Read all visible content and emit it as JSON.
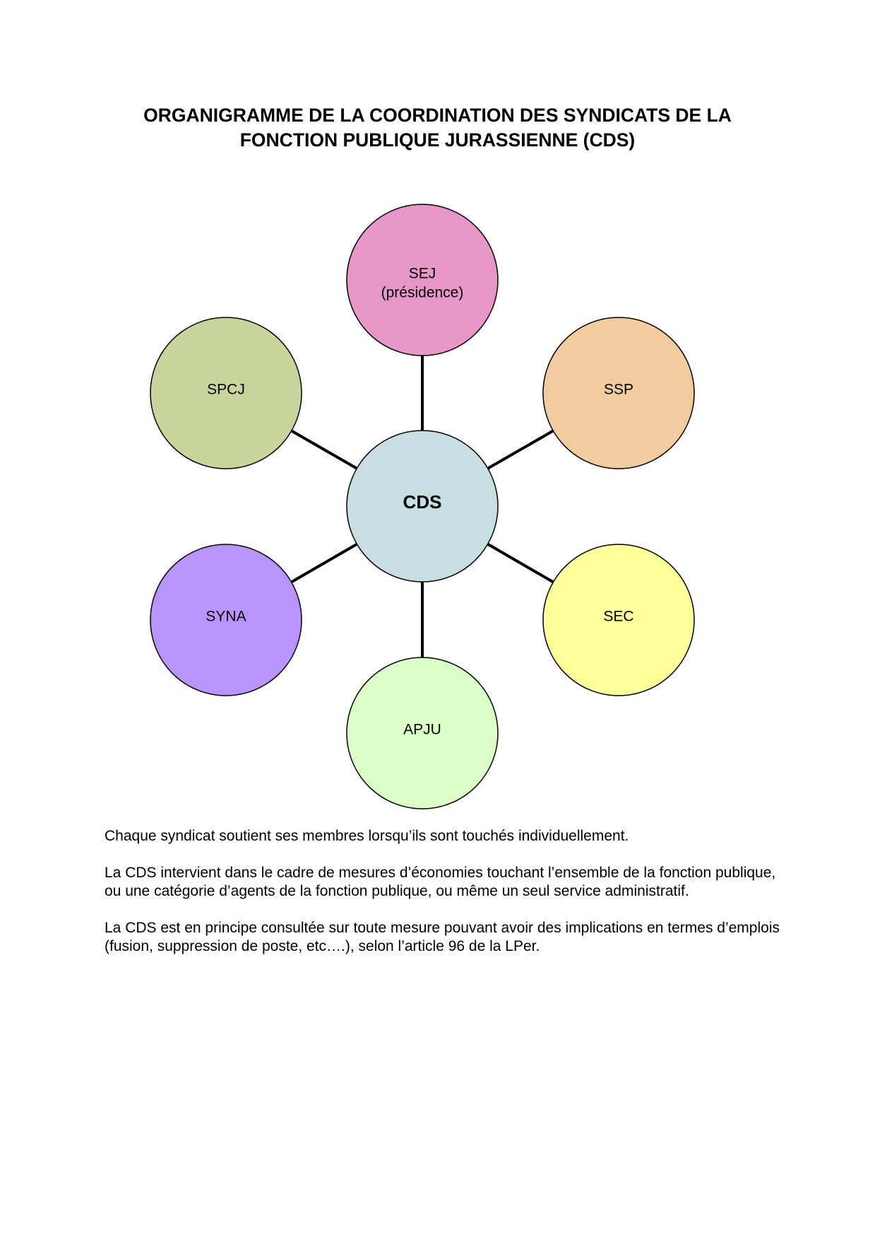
{
  "title": {
    "line1": "ORGANIGRAMME DE LA COORDINATION DES SYNDICATS DE LA",
    "line2": "FONCTION PUBLIQUE JURASSIENNE (CDS)"
  },
  "diagram": {
    "center": {
      "id": "cds",
      "label": "CDS",
      "color": "#C7DFE3"
    },
    "nodes": [
      {
        "id": "sej",
        "lines": [
          "SEJ",
          "(présidence)"
        ],
        "color": "#E697C8"
      },
      {
        "id": "ssp",
        "lines": [
          "SSP"
        ],
        "color": "#F1CC9F"
      },
      {
        "id": "sec",
        "lines": [
          "SEC"
        ],
        "color": "#FFFF9B"
      },
      {
        "id": "apju",
        "lines": [
          "APJU"
        ],
        "color": "#DAFFC8"
      },
      {
        "id": "syna",
        "lines": [
          "SYNA"
        ],
        "color": "#B995FB"
      },
      {
        "id": "spcj",
        "lines": [
          "SPCJ"
        ],
        "color": "#C8D49B"
      }
    ],
    "connector_color": "#000000",
    "outline_color": "#000000"
  },
  "paragraphs": [
    "Chaque syndicat soutient ses membres lorsqu’ils sont touchés individuellement.",
    "La CDS intervient dans le cadre de mesures d’économies touchant l’ensemble de la fonction publique, ou une catégorie d’agents de la fonction publique, ou même un seul service administratif.",
    "La CDS est en principe consultée sur toute mesure pouvant avoir des implications en termes d’emplois (fusion, suppression de poste, etc….), selon l’article 96 de la LPer."
  ]
}
